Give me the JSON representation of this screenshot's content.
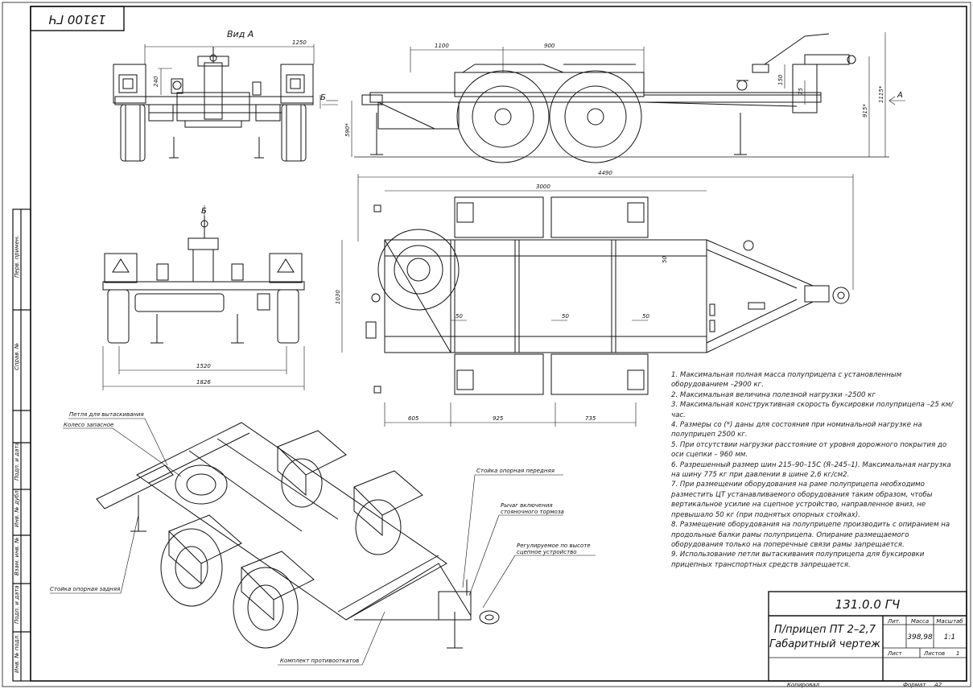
{
  "doc_code_rotated": "13100 ГЧ",
  "view_labels": {
    "view_a": "Вид А",
    "arrow_b": "Б",
    "arrow_a": "А",
    "plan_b": "Б"
  },
  "dimensions": {
    "d1250": "1250",
    "d240": "240",
    "d1100": "1100",
    "d900": "900",
    "d590": "590*",
    "d915": "915*",
    "d1115": "1115*",
    "d150": "150",
    "d75": "75",
    "d4490": "4490",
    "d3000": "3000",
    "d1030": "1030",
    "d50a": "50",
    "d50b": "50",
    "d50c": "50",
    "d50d": "50",
    "d605": "605",
    "d925": "925",
    "d735": "735",
    "d1520": "1520",
    "d1826": "1826"
  },
  "callouts": {
    "tow_loop": "Петля для вытаскивания",
    "spare_wheel": "Колесо запасное",
    "rear_support": "Стойка опорная задняя",
    "wheel_chocks": "Комплект противооткатов",
    "front_support": "Стойка опорная передняя",
    "brake_lever_1": "Рычаг включения",
    "brake_lever_2": "стояночного тормоза",
    "adjustable_1": "Регулируемое по высоте",
    "adjustable_2": "сцепное устройство"
  },
  "notes": [
    "1. Максимальная полная масса полуприцепа с установленным оборудованием –2900 кг.",
    "2. Максимальная величина полезной нагрузки –2500 кг",
    "3. Максимальная конструктивная скорость буксировки полуприцепа –25 км/час.",
    "4. Размеры со (*) даны для состояния при номинальной нагрузке на полуприцеп 2500 кг.",
    "5. При отсутствии нагрузки расстояние от уровня дорожного покрытия до оси сцепки – 960 мм.",
    "6. Разрешенный размер шин 215–90–15С (Я–245–1). Максимальная нагрузка на шину 775 кг при давлении в шине 2,6 кг/см2.",
    "7. При размещении оборудования на раме полуприцепа необходимо разместить ЦТ устанавливаемого оборудования таким образом, чтобы вертикальное усилие на сцепное устройство, направленное вниз, не превышало 50 кг (при поднятых опорных стойках).",
    "8. Размещение оборудования на полуприцепе производить с опиранием на продольные балки рамы полуприцепа. Опирание размещаемого оборудования только на поперечные связи рамы запрещается.",
    "9. Использование петли вытаскивания полуприцепа для буксировки прицепных транспортных средств запрещается."
  ],
  "title_block": {
    "designation": "131.0.0 ГЧ",
    "name_line1": "П/прицеп ПТ 2–2,7",
    "name_line2": "Габаритный чертеж",
    "h_lit": "Лит.",
    "h_mass": "Масса",
    "h_scale": "Масштаб",
    "mass": "398,98",
    "scale": "1:1",
    "sheet_label": "Лист",
    "sheets_label": "Листов",
    "sheets_count": "1"
  },
  "side_stamps": [
    "Перв. примен.",
    "Справ. №",
    "Подп. и дата",
    "Инв. № дубл.",
    "Взам. инв. №",
    "Подп. и дата",
    "Инв. № подл."
  ],
  "footer": {
    "copied": "Копировал",
    "format_label": "Формат",
    "format_value": "А2"
  }
}
